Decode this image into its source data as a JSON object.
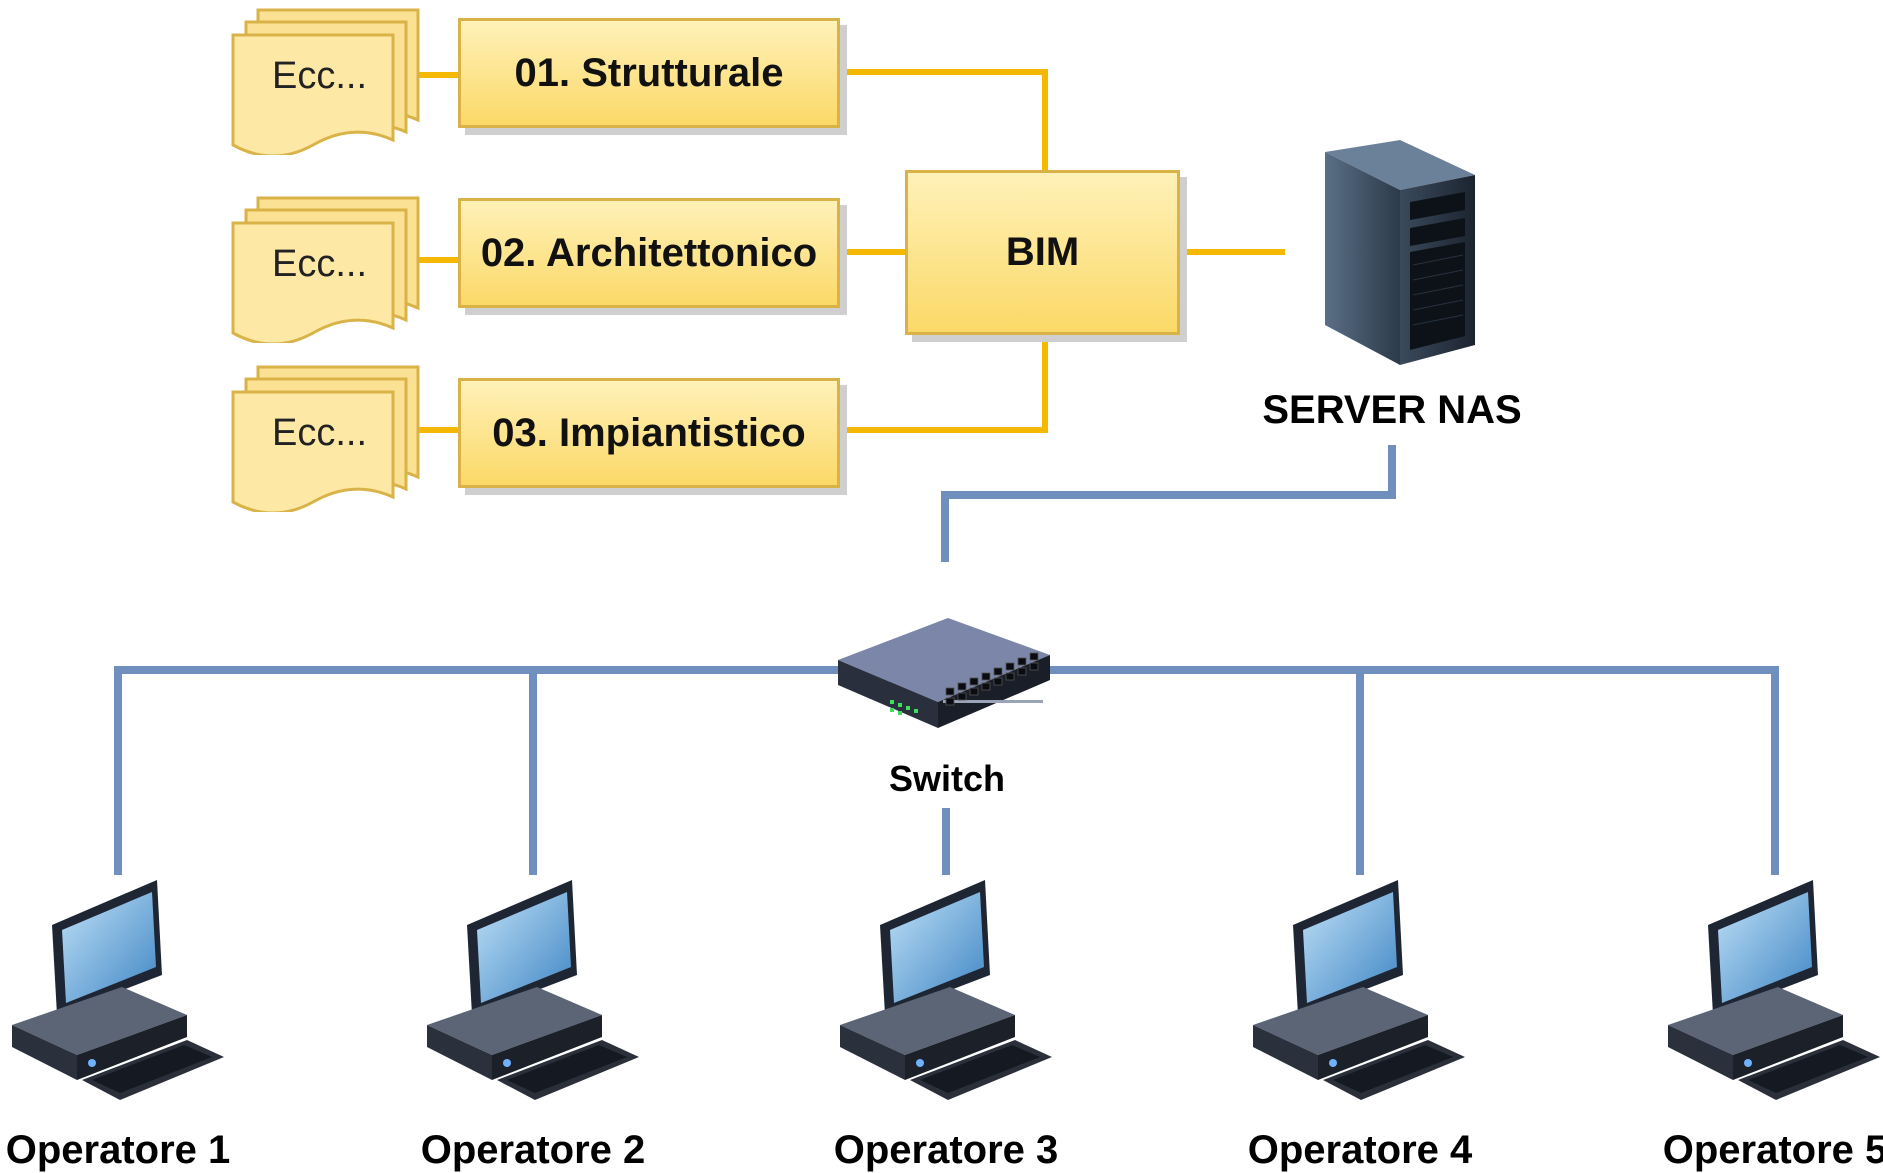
{
  "diagram": {
    "disciplines": [
      {
        "label": "01. Strutturale",
        "docs_label": "Ecc..."
      },
      {
        "label": "02. Architettonico",
        "docs_label": "Ecc..."
      },
      {
        "label": "03. Impiantistico",
        "docs_label": "Ecc..."
      }
    ],
    "bim_label": "BIM",
    "server_label": "SERVER NAS",
    "switch_label": "Switch",
    "operators": [
      "Operatore 1",
      "Operatore 2",
      "Operatore 3",
      "Operatore 4",
      "Operatore 5"
    ],
    "colors": {
      "box_fill": "#fbd968",
      "box_border": "#d9b347",
      "orange_link": "#f5b800",
      "network_link": "#6f8fbf"
    }
  }
}
